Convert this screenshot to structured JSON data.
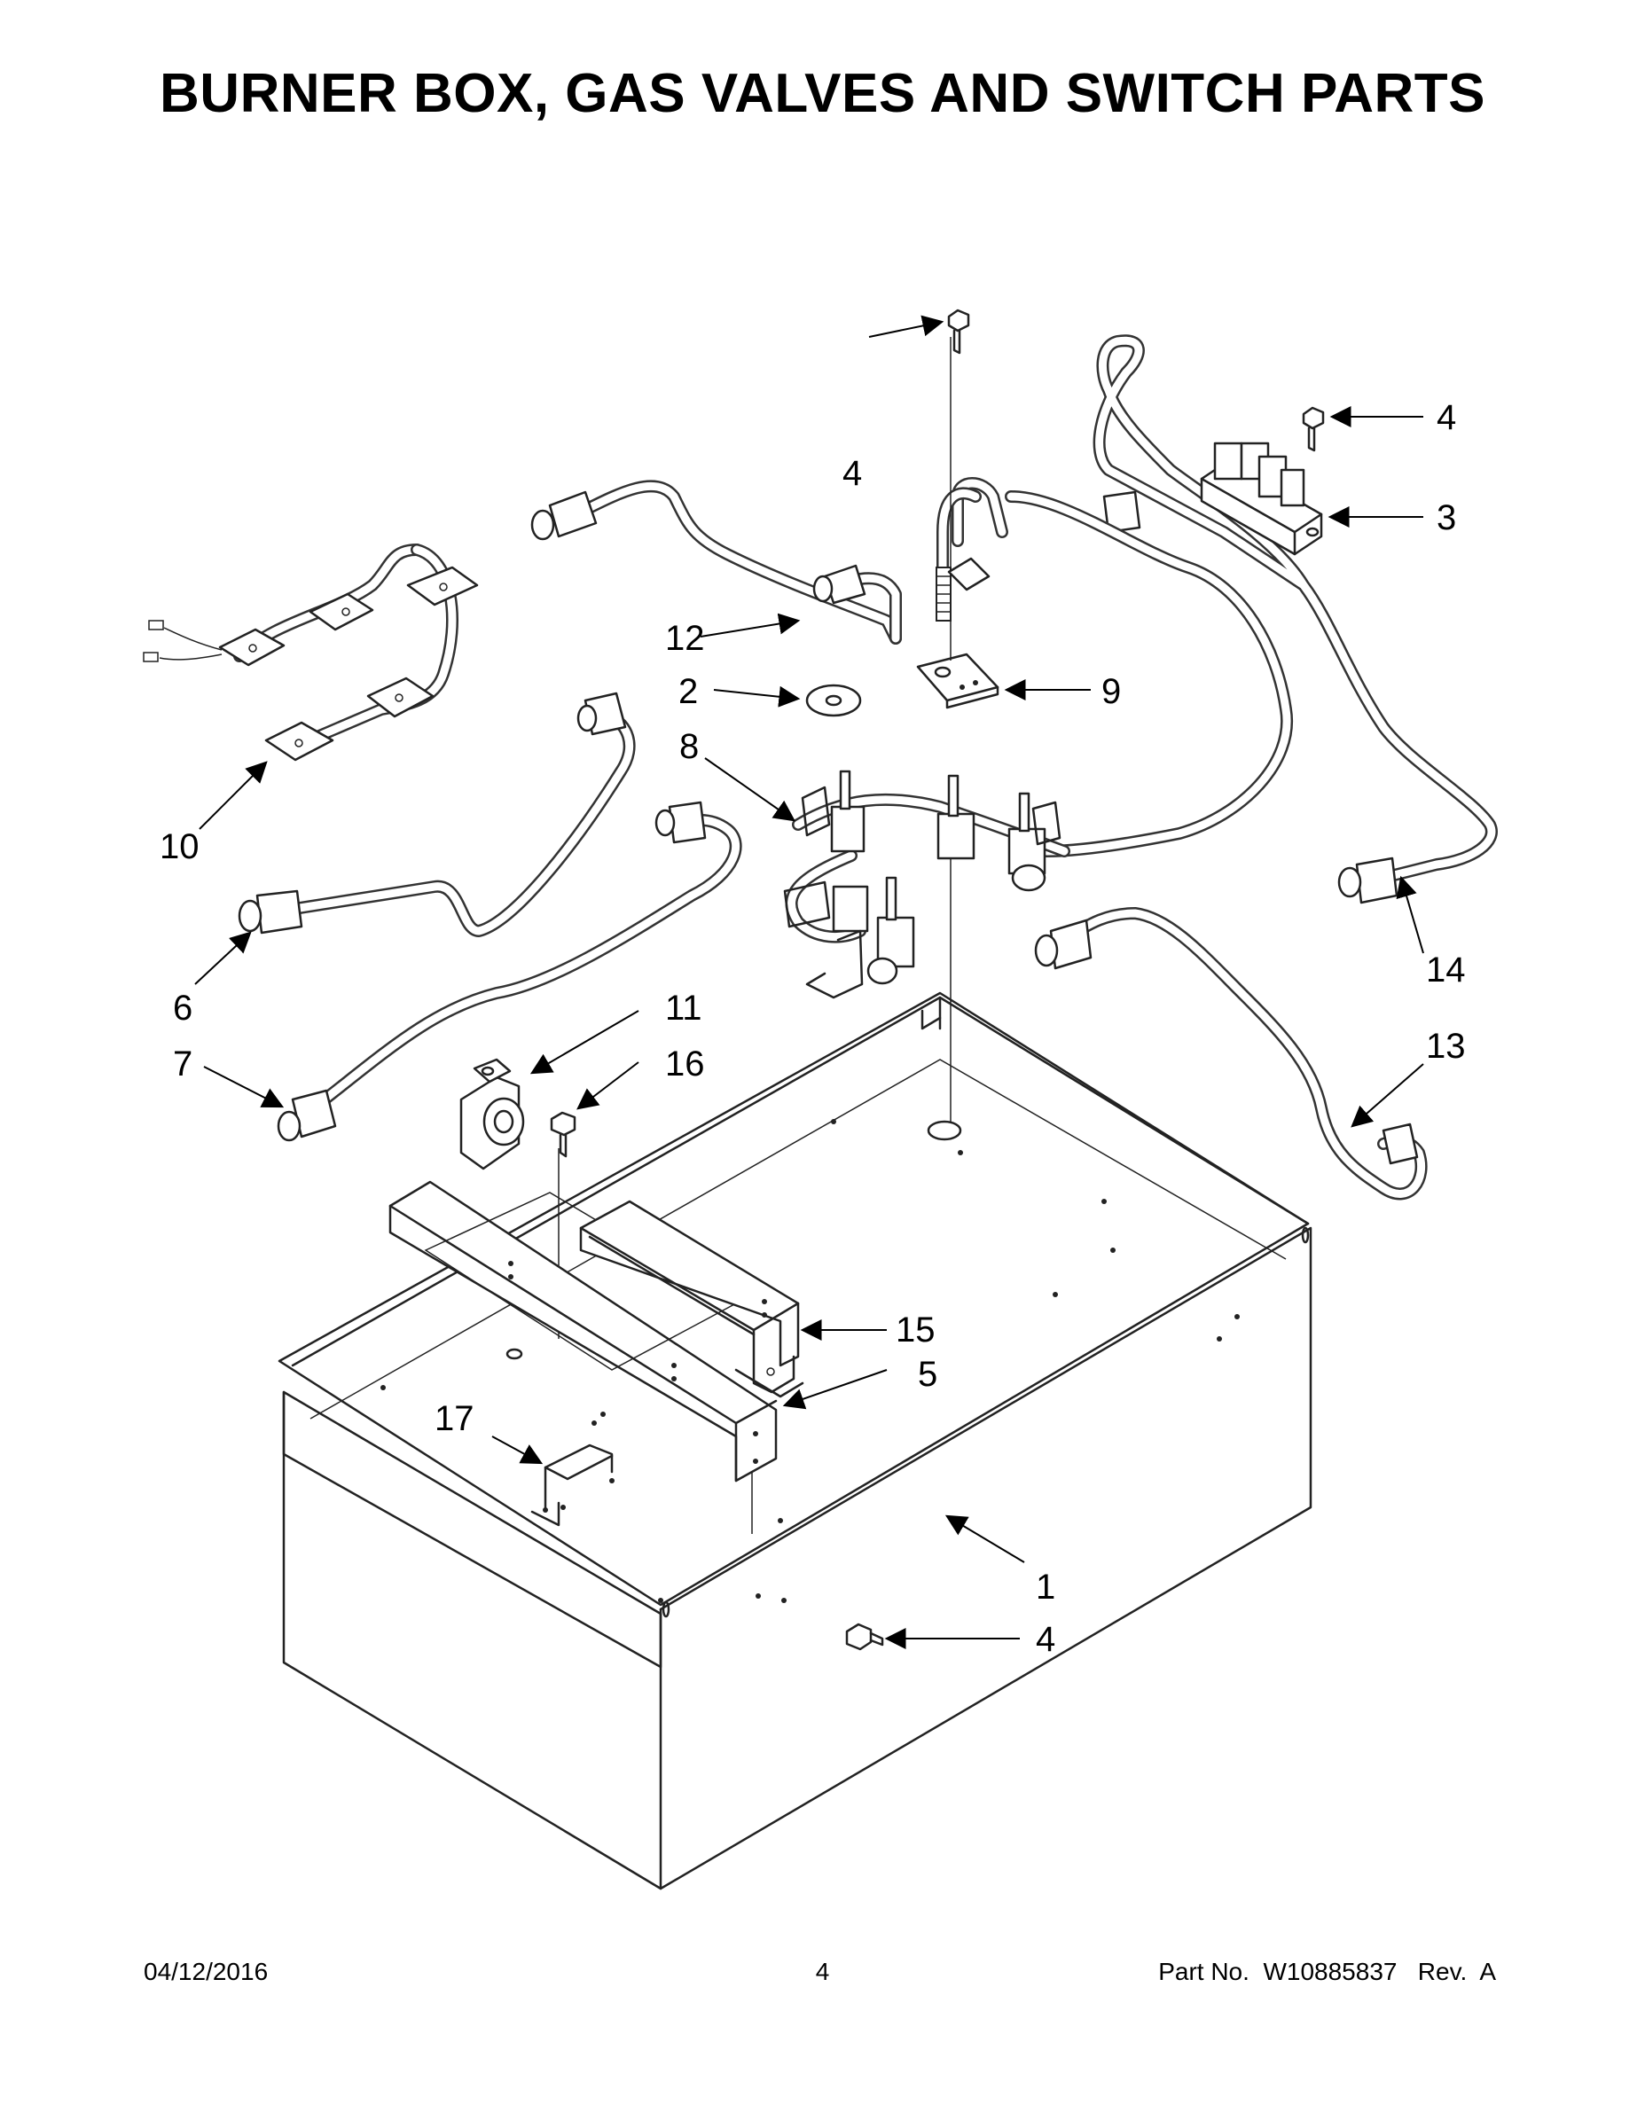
{
  "title": "BURNER BOX, GAS VALVES AND SWITCH PARTS",
  "callouts": [
    "1",
    "2",
    "3",
    "4",
    "4",
    "4",
    "5",
    "6",
    "7",
    "8",
    "9",
    "10",
    "11",
    "12",
    "13",
    "14",
    "15",
    "16",
    "17"
  ],
  "footer": {
    "date": "04/12/2016",
    "page": "4",
    "part_number": "Part No.  W10885837   Rev.  A"
  }
}
